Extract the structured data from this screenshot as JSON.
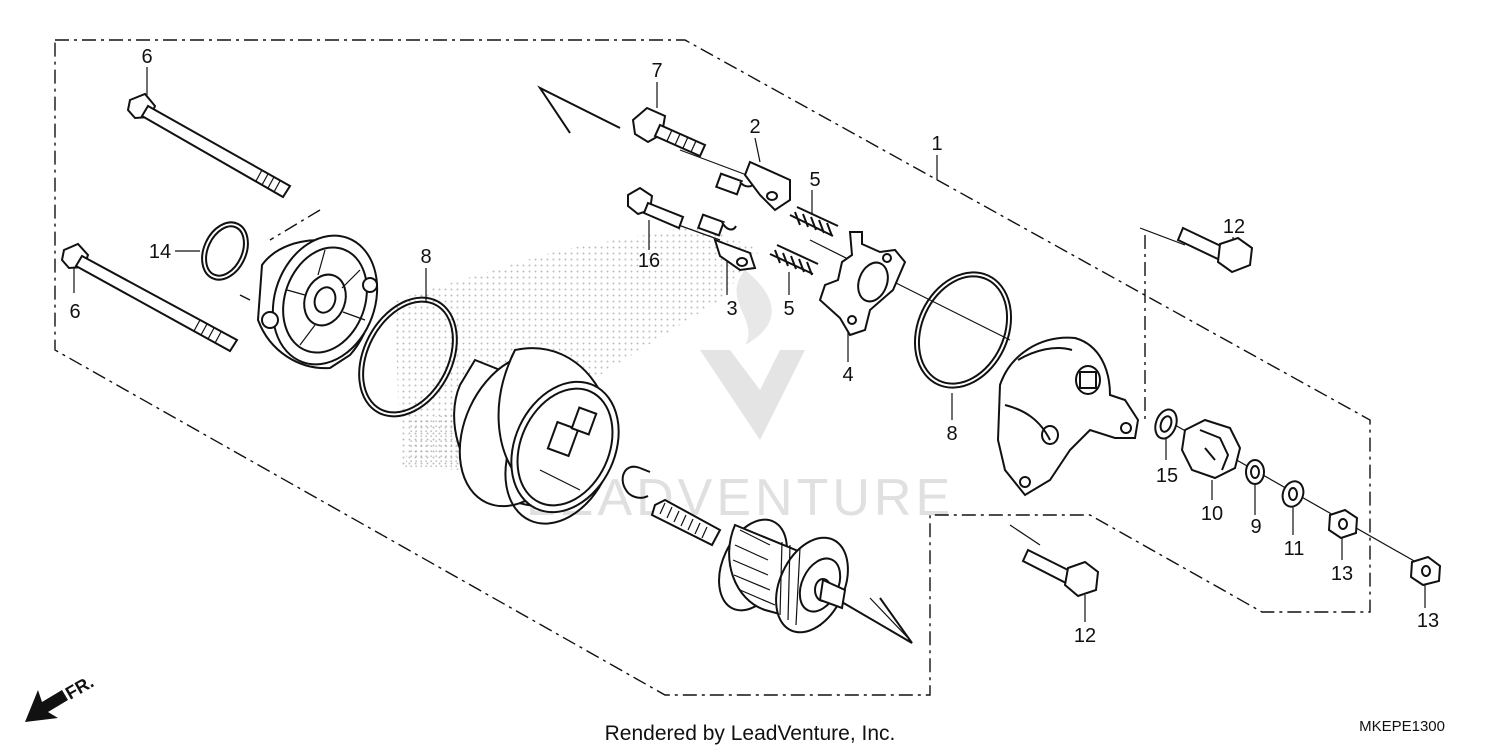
{
  "diagram": {
    "part_labels": {
      "p1": "1",
      "p2": "2",
      "p3": "3",
      "p4": "4",
      "p5a": "5",
      "p5b": "5",
      "p6a": "6",
      "p6b": "6",
      "p7": "7",
      "p8a": "8",
      "p8b": "8",
      "p9": "9",
      "p10": "10",
      "p11": "11",
      "p12a": "12",
      "p12b": "12",
      "p13a": "13",
      "p13b": "13",
      "p14": "14",
      "p15": "15",
      "p16": "16"
    },
    "direction_label": "FR.",
    "credit": "Rendered by LeadVenture, Inc.",
    "diagram_code": "MKEPE1300",
    "watermark": "LEADVENTURE"
  },
  "colors": {
    "ink": "#111111",
    "background": "#ffffff",
    "watermark": "#dcdcdc",
    "stipple": "#bdbdbd"
  }
}
